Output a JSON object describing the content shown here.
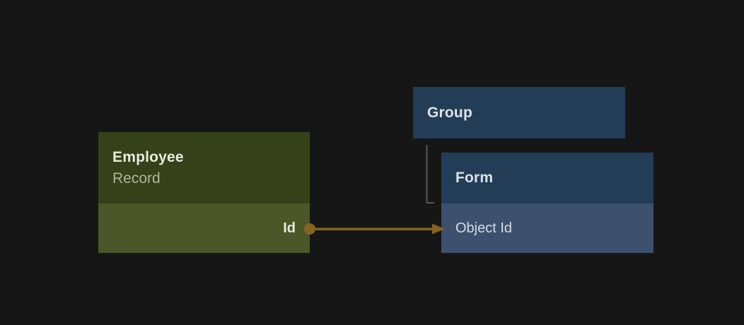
{
  "theme": {
    "background": "#161616",
    "olive-header": "#364119",
    "olive-body": "#4b5629",
    "olive-title": "#e9ebdf",
    "olive-subtitle": "#aeb795",
    "olive-field-text": "#ebe9dd",
    "navy-header": "#233d56",
    "navy-body": "#3d516e",
    "navy-title": "#dde2ea",
    "navy-field-text": "#d6dbe3",
    "arrow": "#846324",
    "elbow": "#565656"
  },
  "diagram": {
    "nodes": [
      {
        "id": "employee-record",
        "title": "Employee",
        "subtitle": "Record",
        "fields": [
          {
            "name": "Id"
          }
        ]
      },
      {
        "id": "group",
        "title": "Group",
        "fields": []
      },
      {
        "id": "form",
        "title": "Form",
        "fields": [
          {
            "name": "Object Id"
          }
        ]
      }
    ],
    "edges": [
      {
        "type": "arrow",
        "from_node": "Employee Record",
        "from_field": "Id",
        "to_node": "Form",
        "to_field": "Object Id"
      },
      {
        "type": "elbow",
        "from_node": "Group",
        "to_node": "Form"
      }
    ]
  }
}
